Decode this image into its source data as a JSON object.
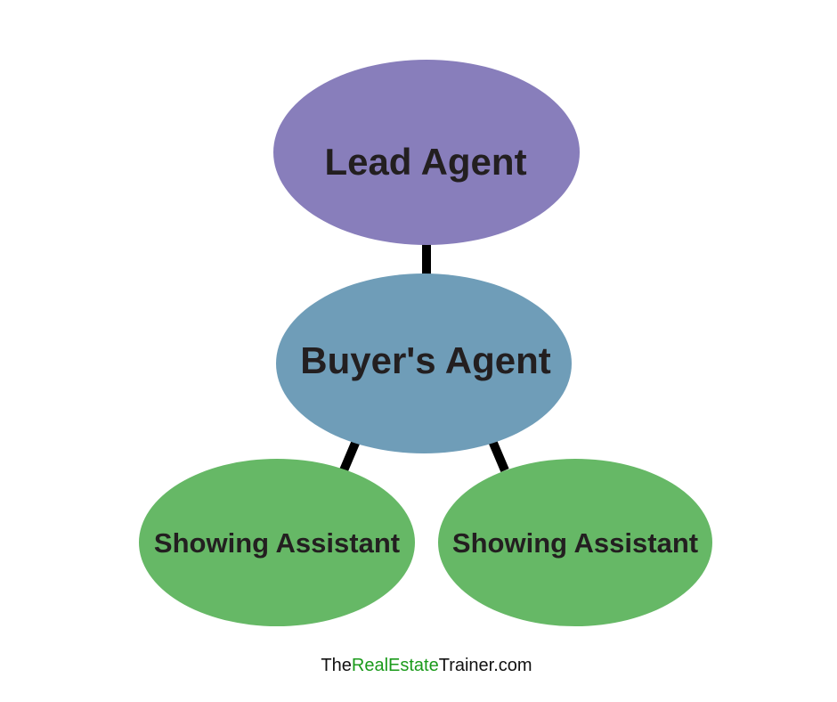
{
  "colors": {
    "background": "#ffffff",
    "lead": "#887ebb",
    "buyer": "#6f9db8",
    "showing": "#66b866",
    "connector": "#000000",
    "label_text": "#231f20",
    "footer_text": "#111111",
    "footer_accent": "#1a9a1a"
  },
  "nodes": {
    "lead_agent": {
      "label": "Lead Agent"
    },
    "buyers_agent": {
      "label": "Buyer's Agent"
    },
    "showing_assistant_left": {
      "label": "Showing Assistant"
    },
    "showing_assistant_right": {
      "label": "Showing Assistant"
    }
  },
  "edges": [
    {
      "from": "lead_agent",
      "to": "buyers_agent"
    },
    {
      "from": "buyers_agent",
      "to": "showing_assistant_left"
    },
    {
      "from": "buyers_agent",
      "to": "showing_assistant_right"
    }
  ],
  "footer": {
    "part1": "The",
    "part2": "RealEstate",
    "part3": "Trainer.com"
  }
}
